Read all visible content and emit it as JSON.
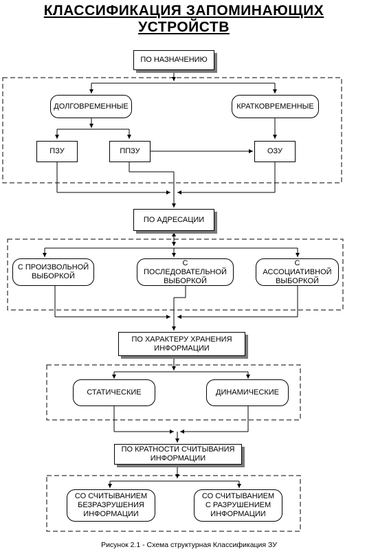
{
  "title_line1": "КЛАССИФИКАЦИЯ  ЗАПОМИНАЮЩИХ",
  "title_line2": "УСТРОЙСТВ",
  "nodes": {
    "by_purpose": "ПО НАЗНАЧЕНИЮ",
    "long_term": "ДОЛГОВРЕМЕННЫЕ",
    "short_term": "КРАТКОВРЕМЕННЫЕ",
    "rom": "ПЗУ",
    "prom": "ППЗУ",
    "ram": "ОЗУ",
    "by_addressing": "ПО АДРЕСАЦИИ",
    "random_access": "С ПРОИЗВОЛЬНОЙ\nВЫБОРКОЙ",
    "sequential_access": "С\nПОСЛЕДОВАТЕЛЬНОЙ\nВЫБОРКОЙ",
    "associative_access": "С\nАССОЦИАТИВНОЙ\nВЫБОРКОЙ",
    "by_storage": "ПО ХАРАКТЕРУ ХРАНЕНИЯ\nИНФОРМАЦИИ",
    "static": "СТАТИЧЕСКИЕ",
    "dynamic": "ДИНАМИЧЕСКИЕ",
    "by_read_multiplicity": "ПО КРАТНОСТИ СЧИТЫВАНИЯ\nИНФОРМАЦИИ",
    "nondestructive_read": "СО СЧИТЫВАНИЕМ\nБЕЗРАЗРУШЕНИЯ\nИНФОРМАЦИИ",
    "destructive_read": "СО СЧИТЫВАНИЕМ\nС  РАЗРУШЕНИЕМ\nИНФОРМАЦИИ"
  },
  "caption": "Рисунок 2.1 - Схема структурная Классификация ЗУ"
}
